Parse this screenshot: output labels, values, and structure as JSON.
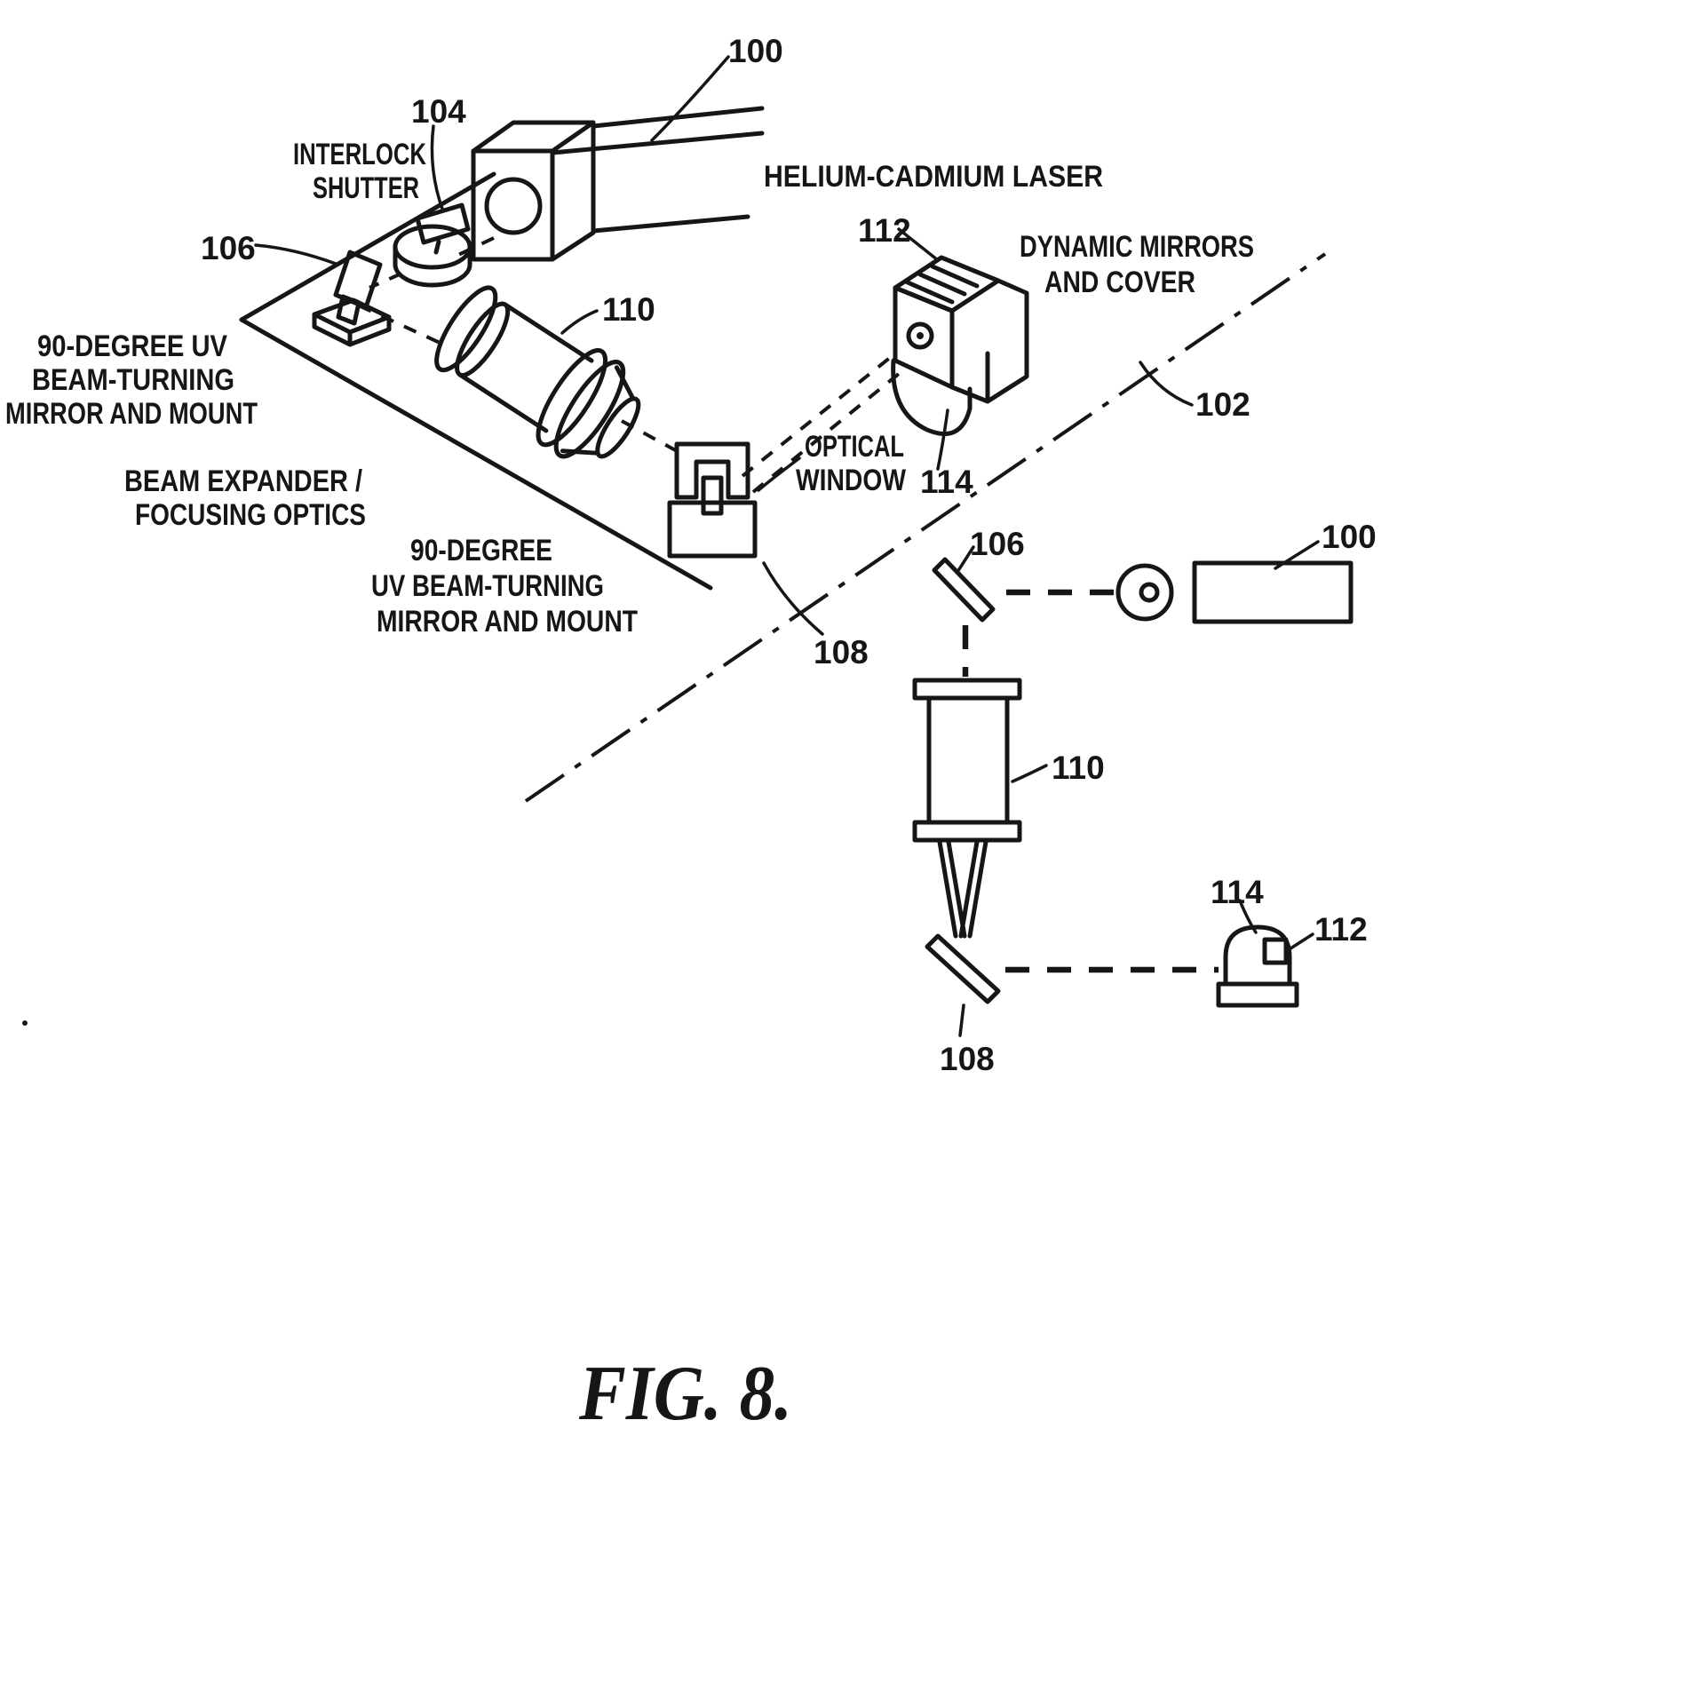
{
  "figure": {
    "caption": "FIG. 8.",
    "colors": {
      "ink": "#161616",
      "background": "#ffffff"
    },
    "top_view": {
      "ref_100": "100",
      "ref_102": "102",
      "ref_104": "104",
      "ref_106": "106",
      "ref_108": "108",
      "ref_110": "110",
      "ref_112": "112",
      "ref_114": "114",
      "interlock_shutter": [
        "INTERLOCK",
        "SHUTTER"
      ],
      "helium_cadmium_laser": "HELIUM-CADMIUM LASER",
      "dynamic_mirrors_and_cover": [
        "DYNAMIC MIRRORS",
        "AND COVER"
      ],
      "beam_turning_mirror_upper": [
        "90-DEGREE UV",
        "BEAM-TURNING",
        "MIRROR AND MOUNT"
      ],
      "optical_window": [
        "OPTICAL",
        "WINDOW"
      ],
      "beam_expander": [
        "BEAM EXPANDER /",
        "FOCUSING OPTICS"
      ],
      "beam_turning_mirror_lower": [
        "90-DEGREE",
        "UV BEAM-TURNING",
        "MIRROR AND MOUNT"
      ]
    },
    "plan_view": {
      "ref_100": "100",
      "ref_106": "106",
      "ref_108": "108",
      "ref_110": "110",
      "ref_112": "112",
      "ref_114": "114"
    }
  }
}
